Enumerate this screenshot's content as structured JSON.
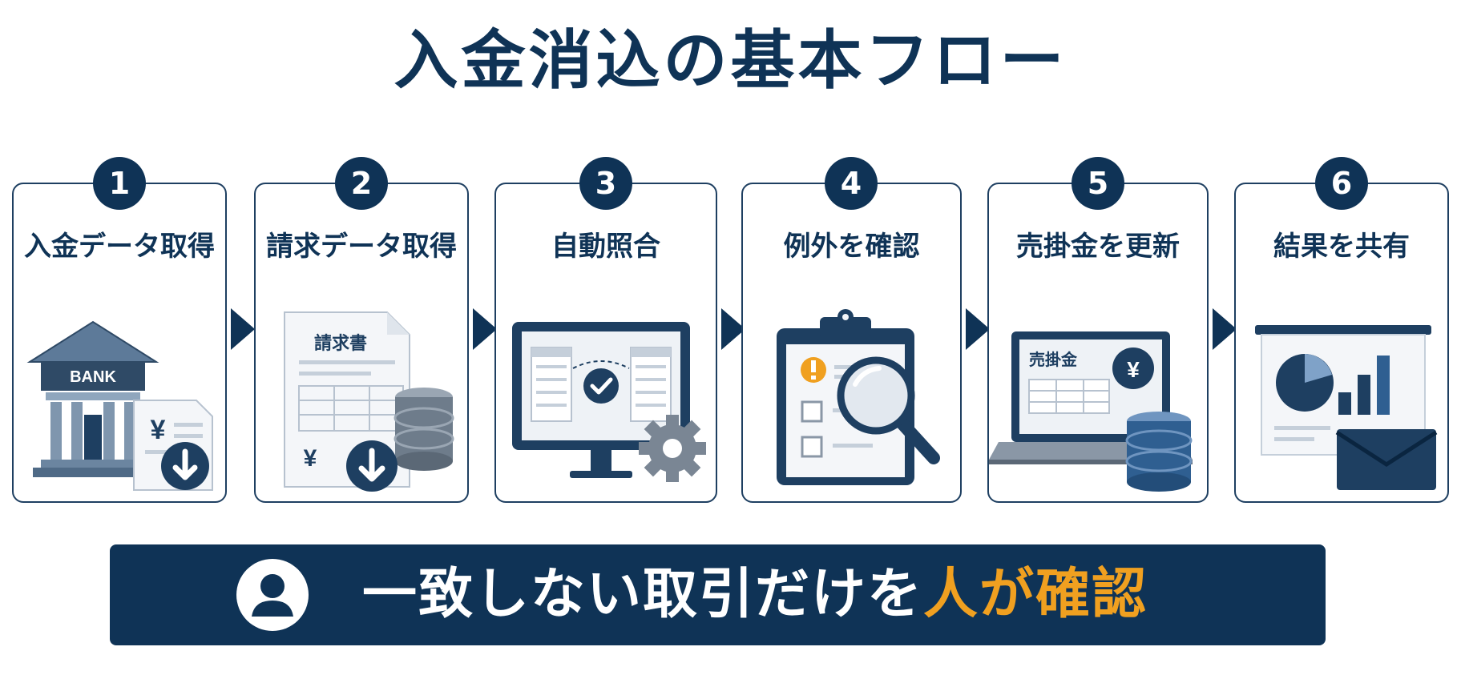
{
  "title": "入金消込の基本フロー",
  "steps": [
    {
      "number": "1",
      "label": "入金データ取得",
      "icon": "bank-icon",
      "sublabel": "BANK"
    },
    {
      "number": "2",
      "label": "請求データ取得",
      "icon": "invoice-document-icon",
      "sublabel": "請求書"
    },
    {
      "number": "3",
      "label": "自動照合",
      "icon": "monitor-match-icon"
    },
    {
      "number": "4",
      "label": "例外を確認",
      "icon": "clipboard-search-icon"
    },
    {
      "number": "5",
      "label": "売掛金を更新",
      "icon": "laptop-database-icon",
      "sublabel": "売掛金"
    },
    {
      "number": "6",
      "label": "結果を共有",
      "icon": "report-email-icon"
    }
  ],
  "banner": {
    "text_main": "一致しない取引だけを",
    "text_highlight": "人が確認",
    "icon": "person-icon"
  },
  "colors": {
    "navy": "#0f3356",
    "accent": "#f0a020",
    "steel": "#5d7a99",
    "light": "#e6ecf3"
  }
}
